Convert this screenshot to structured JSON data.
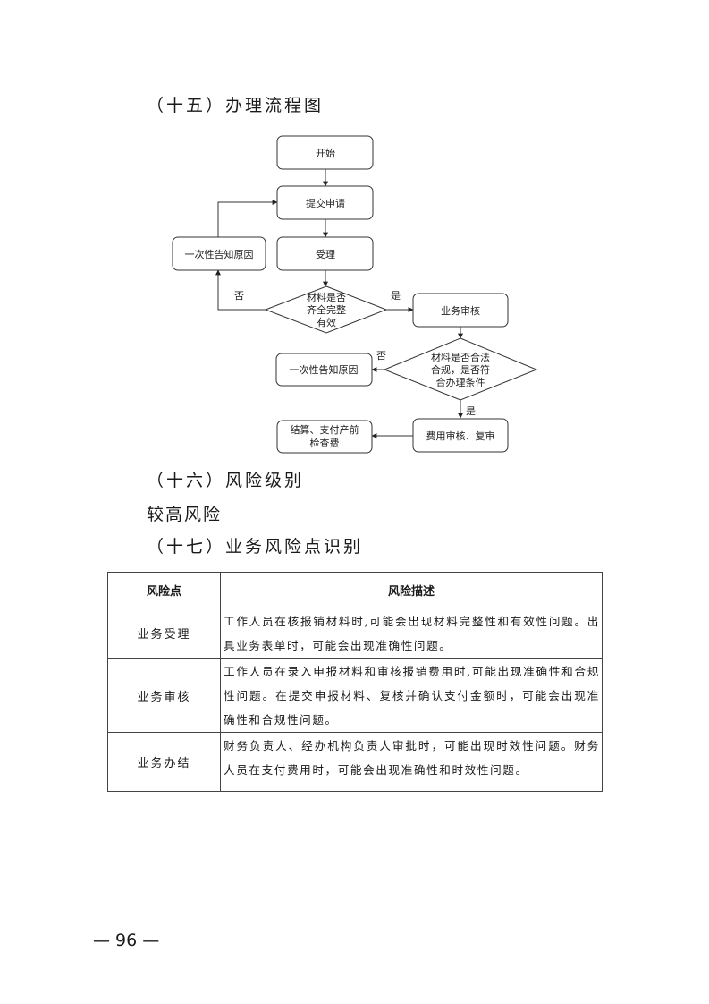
{
  "sections": {
    "flowchart_heading": "（十五）办理流程图",
    "risk_level_heading": "（十六）风险级别",
    "risk_level_value": "较高风险",
    "risk_points_heading": "（十七）业务风险点识别"
  },
  "flowchart": {
    "nodes": {
      "start": "开始",
      "submit": "提交申请",
      "accept": "受理",
      "notify1": "一次性告知原因",
      "decision1": [
        "材料是否",
        "齐全完整",
        "有效"
      ],
      "review": "业务审核",
      "decision2": [
        "材料是否合法",
        "合规，是否符",
        "合办理条件"
      ],
      "notify2": "一次性告知原因",
      "fee_review": "费用审核、复审",
      "settle": [
        "结算、支付产前",
        "检查费"
      ]
    },
    "labels": {
      "no1": "否",
      "yes1": "是",
      "no2": "否",
      "yes2": "是"
    }
  },
  "risk_table": {
    "headers": [
      "风险点",
      "风险描述"
    ],
    "rows": [
      {
        "point": "业务受理",
        "description": "工作人员在核报销材料时,可能会出现材料完整性和有效性问题。出具业务表单时，可能会出现准确性问题。"
      },
      {
        "point": "业务审核",
        "description": "工作人员在录入申报材料和审核报销费用时,可能出现准确性和合规性问题。在提交申报材料、复核并确认支付金额时，可能会出现准确性和合规性问题。"
      },
      {
        "point": "业务办结",
        "description": "财务负责人、经办机构负责人审批时，可能出现时效性问题。财务人员在支付费用时，可能会出现准确性和时效性问题。"
      }
    ]
  },
  "footer": {
    "page_number": "— 96 —"
  }
}
